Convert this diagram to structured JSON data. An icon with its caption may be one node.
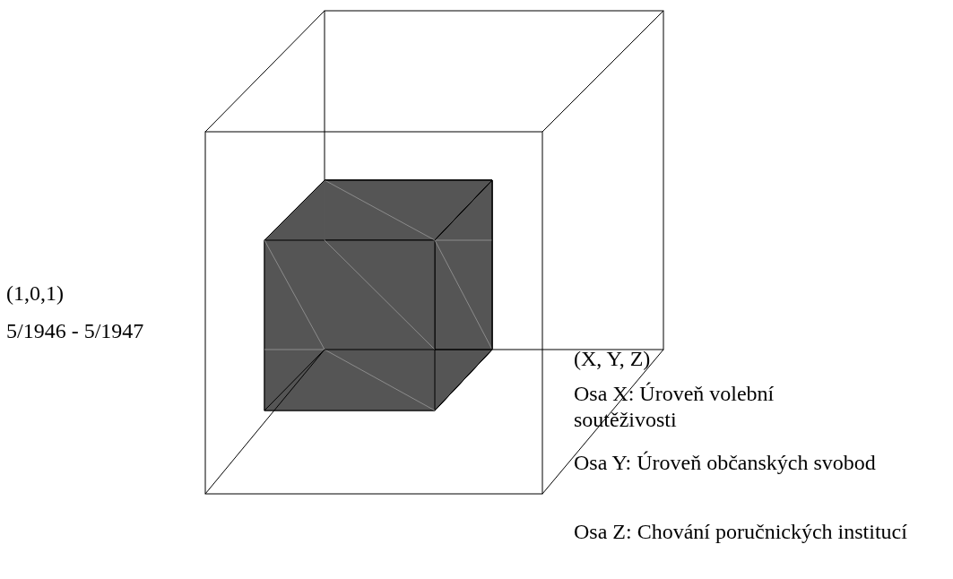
{
  "diagram": {
    "labels": [
      "(1,0,1)",
      "5/1946 - 5/1947",
      "(X, Y, Z)",
      "Osa X: Úroveň volební soutěživosti",
      "Osa Y: Úroveň občanských svobod",
      "Osa Z: Chování poručnických institucí"
    ]
  }
}
